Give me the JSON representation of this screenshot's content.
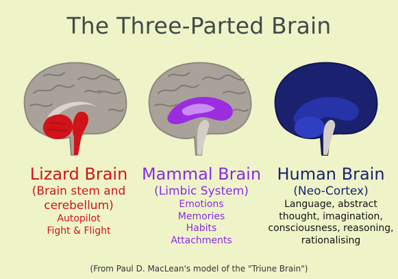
{
  "title": "The Three-Parted Brain",
  "colors": {
    "background": "#eef4c8",
    "lizard": "#d0141a",
    "mammal": "#8a2be2",
    "human": "#1a2270",
    "brain_gray": "#a9a29a"
  },
  "columns": [
    {
      "heading": "Lizard Brain",
      "subtitle_lines": [
        "(Brain stem and",
        "cerebellum)"
      ],
      "items": [
        "Autopilot",
        "Fight & Flight"
      ]
    },
    {
      "heading": "Mammal Brain",
      "subtitle_lines": [
        "(Limbic System)"
      ],
      "items": [
        "Emotions",
        "Memories",
        "Habits",
        "Attachments"
      ]
    },
    {
      "heading": "Human Brain",
      "subtitle_lines": [
        "(Neo-Cortex)"
      ],
      "items": [
        "Language, abstract",
        "thought, imagination,",
        "consciousness, reasoning,",
        "rationalising"
      ]
    }
  ],
  "credit": "(From Paul D. MacLean's model of the \"Triune Brain\")"
}
